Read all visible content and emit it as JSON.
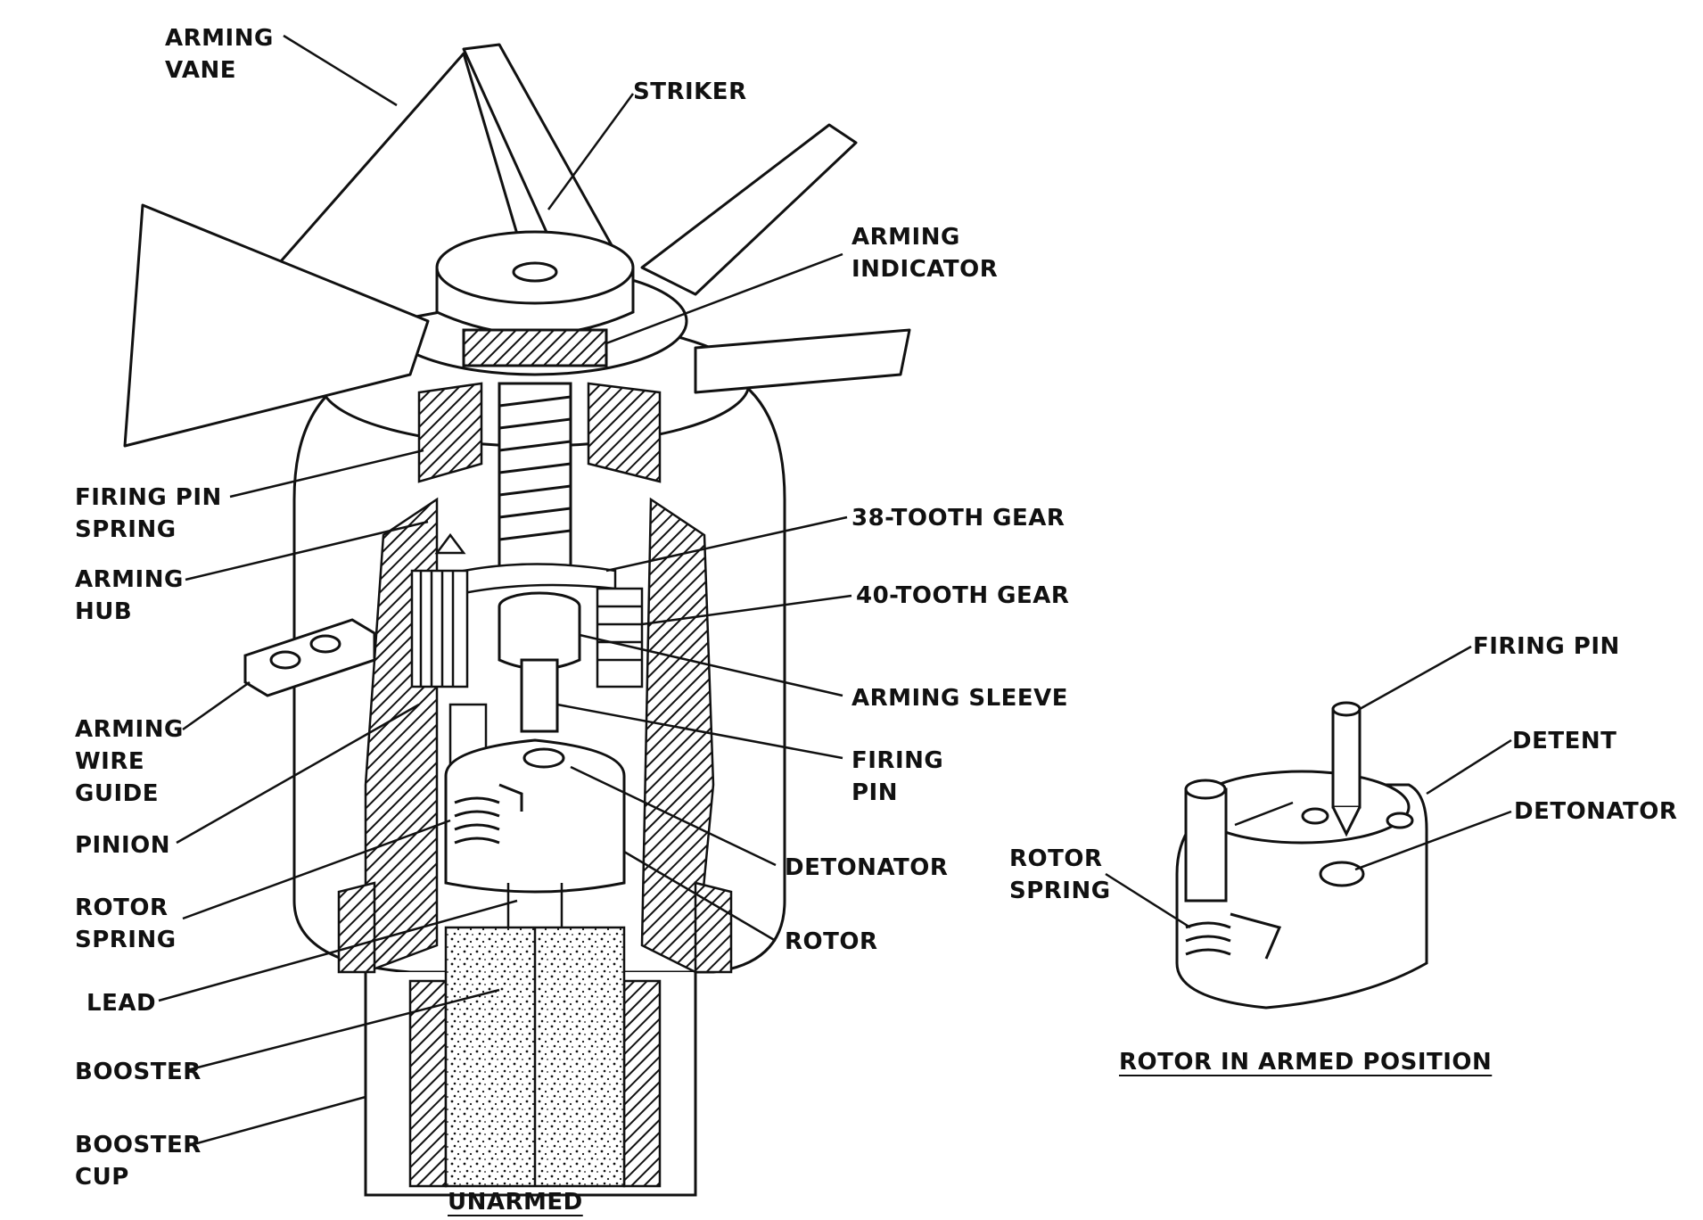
{
  "labels": {
    "arming_vane": "ARMING\nVANE",
    "striker": "STRIKER",
    "arming_indicator": "ARMING\nINDICATOR",
    "firing_pin_spring": "FIRING PIN\nSPRING",
    "gear_38": "38-TOOTH GEAR",
    "gear_40": "40-TOOTH GEAR",
    "arming_hub": "ARMING\nHUB",
    "arming_wire_guide": "ARMING\nWIRE\nGUIDE",
    "arming_sleeve": "ARMING SLEEVE",
    "firing_pin_main": "FIRING\nPIN",
    "pinion": "PINION",
    "detonator_main": "DETONATOR",
    "rotor_spring_main": "ROTOR\nSPRING",
    "rotor": "ROTOR",
    "lead": "LEAD",
    "booster": "BOOSTER",
    "booster_cup": "BOOSTER\nCUP",
    "firing_pin_inset": "FIRING PIN",
    "detent": "DETENT",
    "detonator_inset": "DETONATOR",
    "rotor_spring_inset": "ROTOR\nSPRING"
  },
  "captions": {
    "unarmed": "UNARMED",
    "rotor_armed": "ROTOR IN ARMED POSITION"
  }
}
